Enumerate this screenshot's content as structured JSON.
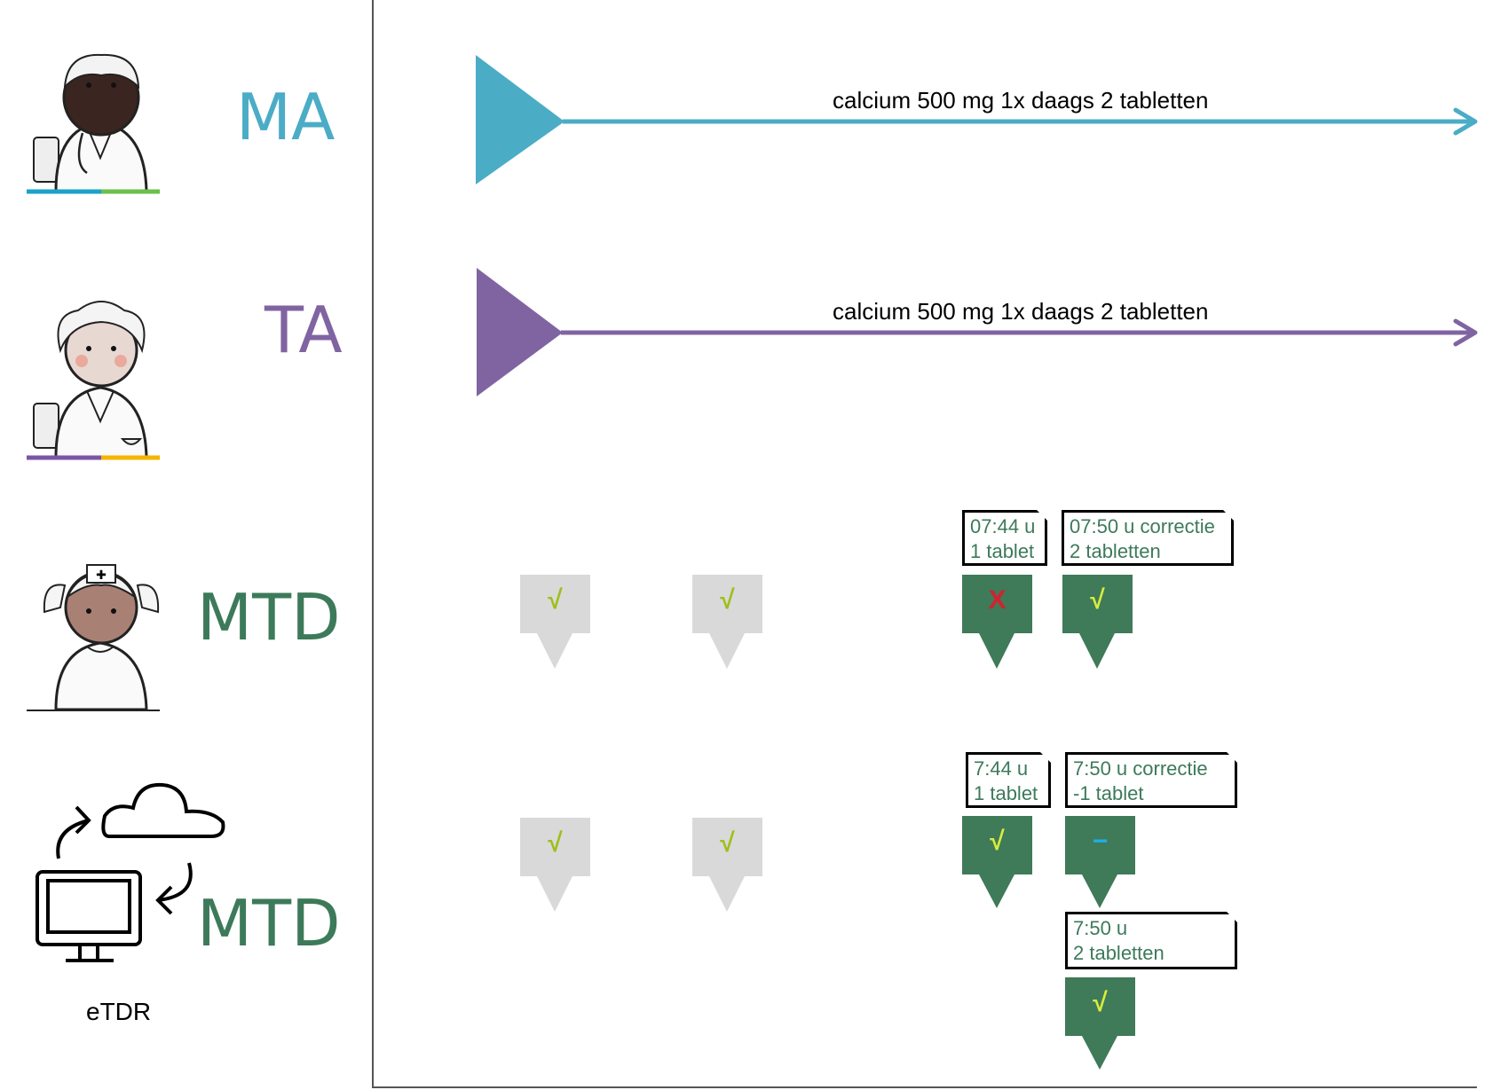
{
  "roles": {
    "ma": {
      "label": "MA",
      "color": "#4bacc6"
    },
    "ta": {
      "label": "TA",
      "color": "#8064a2"
    },
    "mtd_nurse": {
      "label": "MTD",
      "color": "#3c7a5a"
    },
    "mtd_etdr": {
      "label": "MTD",
      "color": "#3c7a5a",
      "system_label": "eTDR"
    }
  },
  "prescriptions": {
    "ma": {
      "text": "calcium 500 mg 1x daags 2 tabletten",
      "color": "#4bacc6"
    },
    "ta": {
      "text": "calcium 500 mg 1x daags 2 tabletten",
      "color": "#8064a2"
    }
  },
  "administrations": {
    "nurse_row": [
      {
        "status": "given-past",
        "symbol": "√"
      },
      {
        "status": "given-past",
        "symbol": "√"
      },
      {
        "status": "not-given",
        "symbol": "X",
        "note_line1": "07:44 u",
        "note_line2": "1 tablet"
      },
      {
        "status": "given",
        "symbol": "√",
        "note_line1": "07:50 u correctie",
        "note_line2": "2 tabletten"
      }
    ],
    "etdr_row": [
      {
        "status": "given-past",
        "symbol": "√"
      },
      {
        "status": "given-past",
        "symbol": "√"
      },
      {
        "status": "given",
        "symbol": "√",
        "note_line1": "7:44 u",
        "note_line2": "1 tablet"
      },
      {
        "status": "correction",
        "symbol": "−",
        "note_line1": "7:50 u correctie",
        "note_line2": "-1 tablet"
      },
      {
        "status": "given",
        "symbol": "√",
        "note_line1": "7:50 u",
        "note_line2": "2 tabletten"
      }
    ]
  },
  "colors": {
    "marker_dark": "#3f7a59",
    "marker_gray": "#d9d9d9",
    "check_on_dark": "#d8ec3c",
    "check_on_gray": "#9dbf1a",
    "cross": "#d4212e",
    "dash": "#1cb0e8"
  }
}
